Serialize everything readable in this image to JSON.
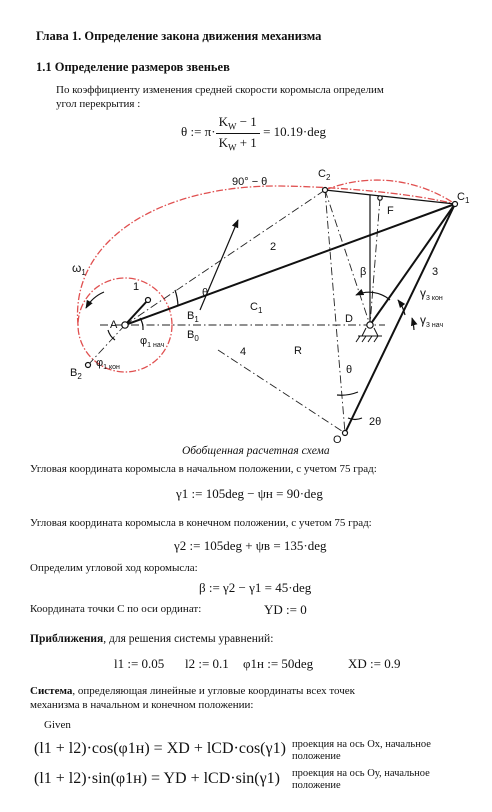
{
  "chapter_title": "Глава 1. Определение закона движения механизма",
  "section_title": "1.1 Определение размеров звеньев",
  "intro": {
    "line1": "По коэффициенту изменения средней скорости коромысла определим",
    "line2": "угол перекрытия :"
  },
  "theta_formula": {
    "lhs": "θ := π·",
    "num": "K",
    "num_sub": "W",
    "num_tail": " − 1",
    "den": "K",
    "den_sub": "W",
    "den_tail": " + 1",
    "rhs": " = 10.19·deg"
  },
  "diagram": {
    "labels": {
      "angle_90": "90° − θ",
      "c2": "C",
      "c2_sub": "2",
      "c1": "C",
      "c1_sub": "1",
      "f": "F",
      "omega": "ω",
      "omega_sub": "1",
      "link1": "1",
      "link2": "2",
      "link3": "3",
      "link4": "4",
      "theta1": "θ",
      "theta2": "θ",
      "two_theta": "2θ",
      "beta": "β",
      "a": "A",
      "b1": "B",
      "b1_sub": "1",
      "b0": "B",
      "b0_sub": "0",
      "b2": "B",
      "b2_sub": "2",
      "cc1": "C",
      "cc1_sub": "1",
      "d": "D",
      "r": "R",
      "o": "O",
      "phi_nach": "φ",
      "phi_nach_sub": "1 нач",
      "phi_kon": "φ",
      "phi_kon_sub": "1 кон",
      "gamma_kon": "γ",
      "gamma_kon_sub": "3 кон",
      "gamma_nach": "γ",
      "gamma_nach_sub": "3 нач"
    }
  },
  "diagram_caption": "Обобщенная расчетная схема",
  "gamma1_text": "Угловая координата коромысла в  начальном положении, с учетом 75 град:",
  "gamma1_formula": "γ1 := 105deg − ψн = 90·deg",
  "gamma2_text": "Угловая координата коромысла в  конечном положении, с учетом 75 град:",
  "gamma2_formula": "γ2 := 105deg + ψв = 135·deg",
  "beta_text": "Определим угловой ход коромысла:",
  "beta_formula": "β := γ2 − γ1 = 45·deg",
  "yd_text": "Координата точки C по оси ординат:",
  "yd_formula": "YD := 0",
  "approx": {
    "bold": "Приближения",
    "rest": ", для решения системы уравнений:"
  },
  "approx_values": {
    "l1": "l1 := 0.05",
    "l2": "l2 := 0.1",
    "phi": "φ1н := 50deg",
    "xd": "XD := 0.9"
  },
  "system": {
    "bold": "Система",
    "rest1": ", определяющая линейные и угловые координаты всех точек",
    "line2": "механизма в начальном и конечном положении:"
  },
  "given": "Given",
  "eq1": "(l1 + l2)·cos(φ1н) = XD + lCD·cos(γ1)",
  "eq1_note": {
    "line1": "проекция на ось Ох, начальное",
    "line2": "положение"
  },
  "eq2": "(l1 + l2)·sin(φ1н) = YD + lCD·sin(γ1)",
  "eq2_note": {
    "line1": "проекция на ось Оу, начальное",
    "line2": "положение"
  }
}
